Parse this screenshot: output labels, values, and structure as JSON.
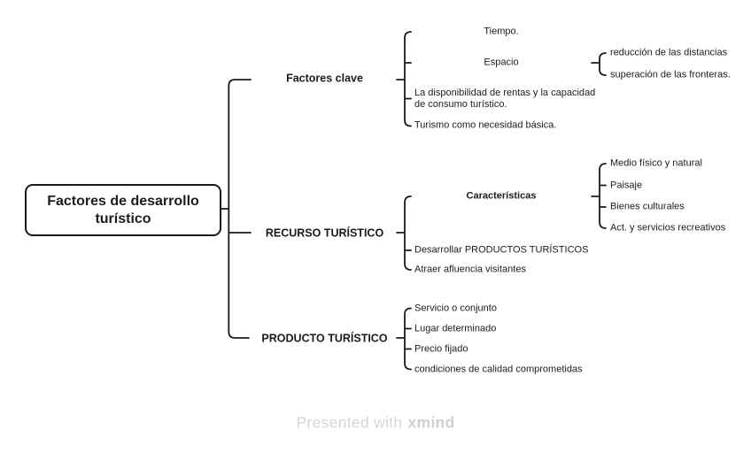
{
  "title": "Factores de desarrollo turístico mind map",
  "root": {
    "label": "Factores de desarrollo turístico"
  },
  "branches": [
    {
      "label": "Factores clave",
      "children": [
        {
          "label": "Tiempo."
        },
        {
          "label": "Espacio",
          "children": [
            {
              "label": "reducción de las distancias"
            },
            {
              "label": "superación de las fronteras."
            }
          ]
        },
        {
          "label": "La disponibilidad de rentas y la capacidad de consumo turístico."
        },
        {
          "label": "Turismo como necesidad básica."
        }
      ]
    },
    {
      "label": "RECURSO TURÍSTICO",
      "children": [
        {
          "label": "Características",
          "children": [
            {
              "label": "Medio físico y natural"
            },
            {
              "label": "Paisaje"
            },
            {
              "label": "Bienes culturales"
            },
            {
              "label": "Act. y servicios recreativos"
            }
          ]
        },
        {
          "label": "Desarrollar PRODUCTOS TURÍSTICOS"
        },
        {
          "label": "Atraer afluencia visitantes"
        }
      ]
    },
    {
      "label": "PRODUCTO TURÍSTICO",
      "children": [
        {
          "label": "Servicio o conjunto"
        },
        {
          "label": "Lugar determinado"
        },
        {
          "label": "Precio fijado"
        },
        {
          "label": "condiciones de calidad comprometidas"
        }
      ]
    }
  ],
  "footer": {
    "prefix": "Presented with",
    "brand": "xmind"
  },
  "colors": {
    "line": "#1a1a1a",
    "text": "#1c1c1c",
    "footer_text": "#d6d6d6",
    "background": "#ffffff"
  }
}
